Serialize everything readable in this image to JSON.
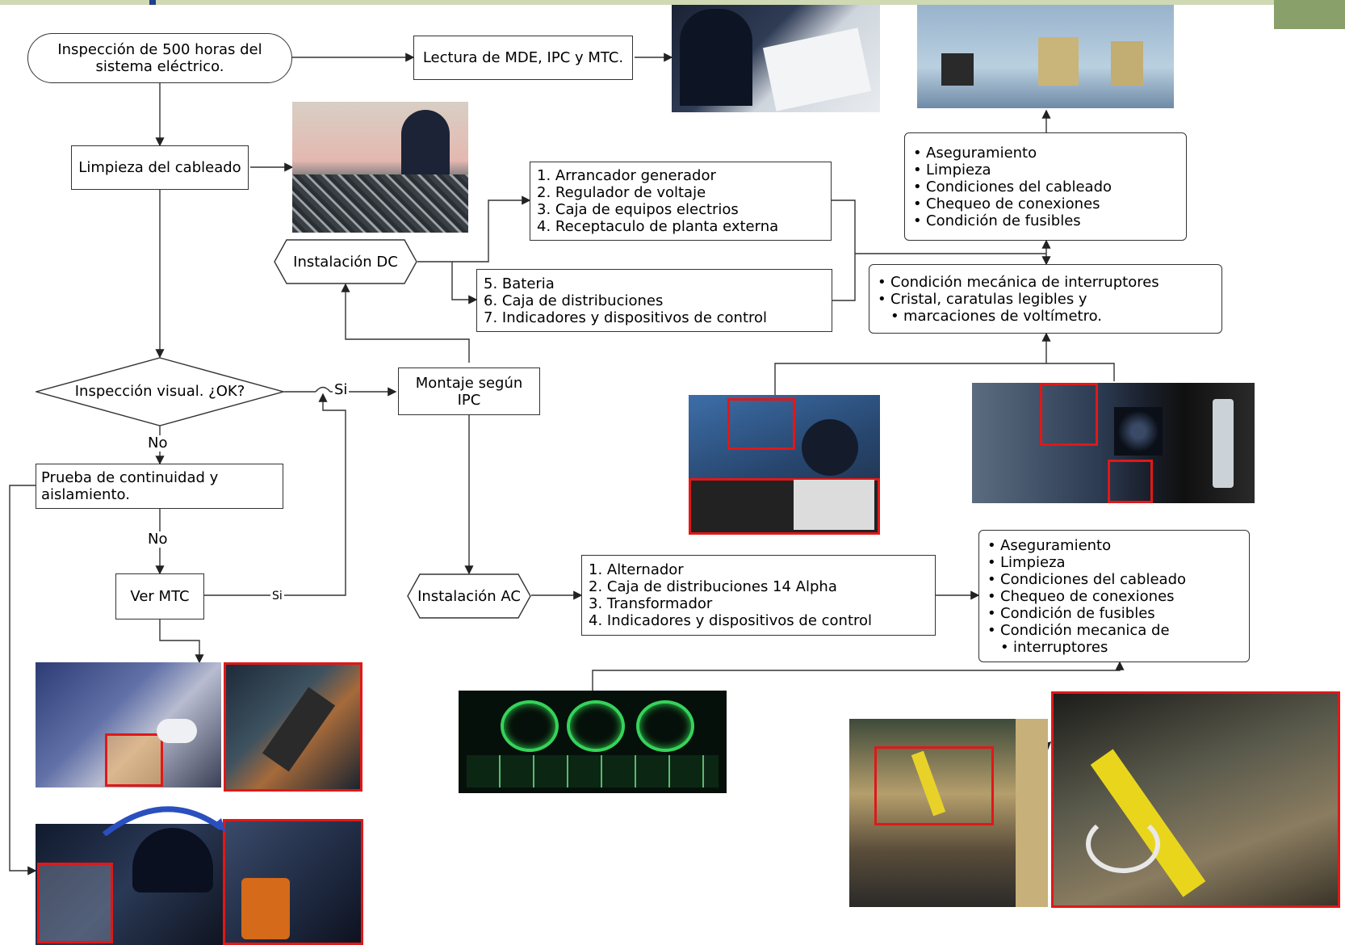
{
  "colors": {
    "line": "#333333",
    "highlight": "#e01818",
    "accent": "#8aa06a",
    "topbar": "#cfd9b4"
  },
  "nodes": {
    "inspeccion": "Inspección de 500 horas del sistema eléctrico.",
    "lectura": "Lectura de MDE, IPC y MTC.",
    "limpieza": "Limpieza del cableado",
    "instalacion_dc": "Instalación DC",
    "inspeccion_visual": "Inspección visual. ¿OK?",
    "montaje": "Montaje según IPC",
    "prueba": "Prueba de continuidad y aislamiento.",
    "ver_mtc": "Ver MTC",
    "instalacion_ac": "Instalación AC"
  },
  "lists": {
    "dc_group1": [
      "1. Arrancador generador",
      "2. Regulador de voltaje",
      "3. Caja de equipos electrios",
      "4. Receptaculo de planta externa"
    ],
    "dc_group2": [
      "5. Bateria",
      "6. Caja de distribuciones",
      "7. Indicadores y dispositivos de control"
    ],
    "ac_group": [
      "1. Alternador",
      "2. Caja de distribuciones 14 Alpha",
      "3. Transformador",
      "4. Indicadores y dispositivos de control"
    ],
    "checks_top": [
      "Aseguramiento",
      "Limpieza",
      "Condiciones del cableado",
      "Chequeo de conexiones",
      "Condición de fusibles"
    ],
    "checks_mid": [
      "Condición mecánica de interruptores",
      "Cristal, caratulas legibles y",
      "marcaciones de voltímetro."
    ],
    "checks_ac": [
      "Aseguramiento",
      "Limpieza",
      "Condiciones del cableado",
      "Chequeo de conexiones",
      "Condición de fusibles",
      "Condición mecanica de",
      "interruptores"
    ]
  },
  "edge_labels": {
    "si_1": "Si",
    "no_1": "No",
    "no_2": "No",
    "si_2": "Si"
  },
  "photos": [
    {
      "name": "photo-manual-reading",
      "desc": "manual"
    },
    {
      "name": "photo-fuse-box",
      "desc": "fuse box"
    },
    {
      "name": "photo-wire-cleaning",
      "desc": "cleaning"
    },
    {
      "name": "photo-generator-inspection",
      "desc": "generator"
    },
    {
      "name": "photo-connector-fuse",
      "desc": "connectors"
    },
    {
      "name": "photo-continuity-test",
      "desc": "test"
    },
    {
      "name": "photo-insulation-test",
      "desc": "insulation"
    },
    {
      "name": "photo-instrument-panel",
      "desc": "gauges"
    },
    {
      "name": "photo-transformer-wiring",
      "desc": "wiring"
    }
  ]
}
